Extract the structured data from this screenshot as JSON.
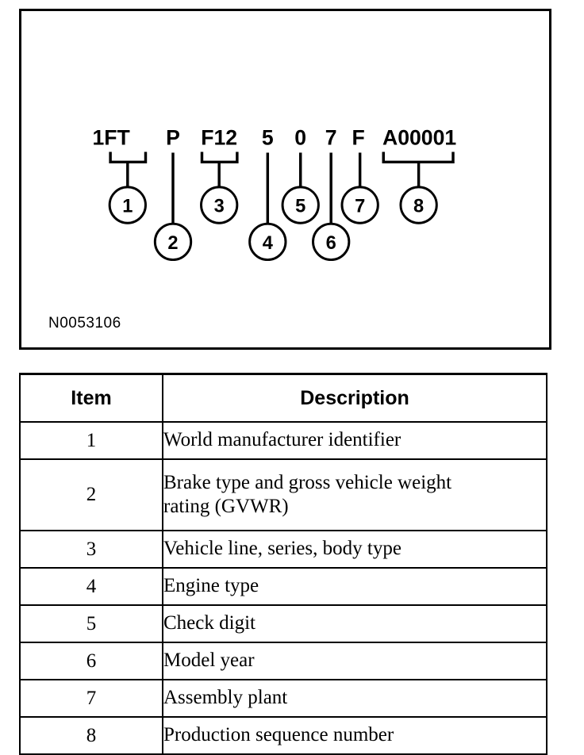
{
  "figure": {
    "id_label": "N0053106",
    "vin_segments": [
      {
        "callout": "1",
        "text": "1FT",
        "type": "bracket"
      },
      {
        "callout": "2",
        "text": "P",
        "type": "line"
      },
      {
        "callout": "3",
        "text": "F12",
        "type": "bracket"
      },
      {
        "callout": "4",
        "text": "5",
        "type": "line"
      },
      {
        "callout": "5",
        "text": "0",
        "type": "line"
      },
      {
        "callout": "6",
        "text": "7",
        "type": "line"
      },
      {
        "callout": "7",
        "text": "F",
        "type": "line"
      },
      {
        "callout": "8",
        "text": "A00001",
        "type": "bracket"
      }
    ],
    "full_vin": "1FTPF1250 7F A00001",
    "colors": {
      "ink": "#000000",
      "paper": "#ffffff"
    }
  },
  "table": {
    "headers": [
      "Item",
      "Description"
    ],
    "rows": [
      {
        "item": "1",
        "description": [
          "World manufacturer identifier"
        ]
      },
      {
        "item": "2",
        "description": [
          "Brake type and gross vehicle weight",
          "rating (GVWR)"
        ]
      },
      {
        "item": "3",
        "description": [
          "Vehicle line, series, body type"
        ]
      },
      {
        "item": "4",
        "description": [
          "Engine type"
        ]
      },
      {
        "item": "5",
        "description": [
          "Check digit"
        ]
      },
      {
        "item": "6",
        "description": [
          "Model year"
        ]
      },
      {
        "item": "7",
        "description": [
          "Assembly plant"
        ]
      },
      {
        "item": "8",
        "description": [
          "Production sequence number"
        ]
      }
    ]
  }
}
